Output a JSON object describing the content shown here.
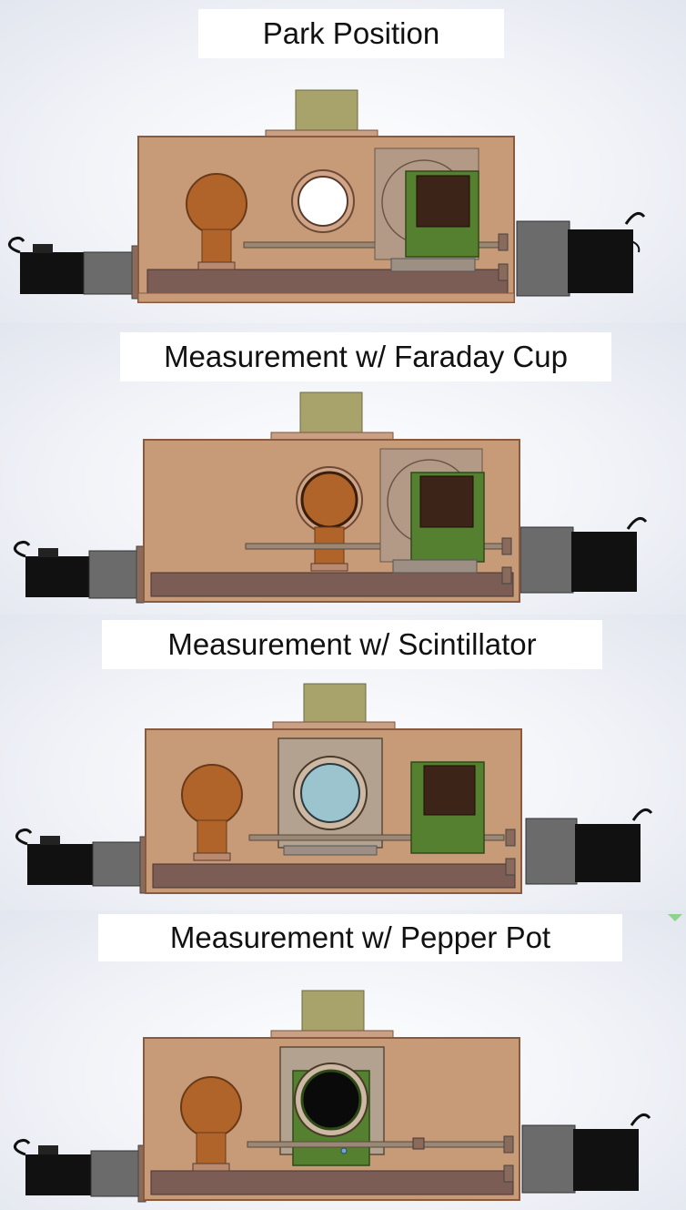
{
  "panels": [
    {
      "title": "Park Position",
      "inserted": "none"
    },
    {
      "title": "Measurement w/ Faraday Cup",
      "inserted": "faraday-cup"
    },
    {
      "title": "Measurement w/ Scintillator",
      "inserted": "scintillator"
    },
    {
      "title": "Measurement w/ Pepper Pot",
      "inserted": "pepper-pot"
    }
  ],
  "colors": {
    "chamber": "#c79a78",
    "chamber_edge": "#8a5a3e",
    "top_block": "#a7a36a",
    "copper": "#b0642a",
    "green_frame": "#55802f",
    "dark_window": "#3d2418",
    "motor_black": "#111111",
    "motor_gray": "#6b6b6b",
    "base_rail": "#7b5d55",
    "scintillator_glass": "#9cc4cf"
  }
}
